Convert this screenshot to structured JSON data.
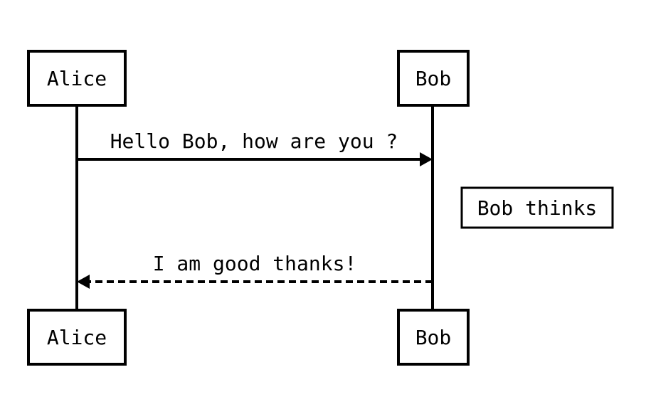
{
  "diagram": {
    "type": "sequence",
    "participants": [
      {
        "id": "alice",
        "label": "Alice"
      },
      {
        "id": "bob",
        "label": "Bob"
      }
    ],
    "messages": [
      {
        "from": "alice",
        "to": "bob",
        "label": "Hello Bob, how are you ?",
        "style": "solid"
      },
      {
        "from": "bob",
        "to": "alice",
        "label": "I am good thanks!",
        "style": "dashed"
      }
    ],
    "notes": [
      {
        "participant": "bob",
        "position": "right",
        "label": "Bob thinks"
      }
    ],
    "colors": {
      "stroke": "#000000",
      "background": "#ffffff"
    }
  }
}
